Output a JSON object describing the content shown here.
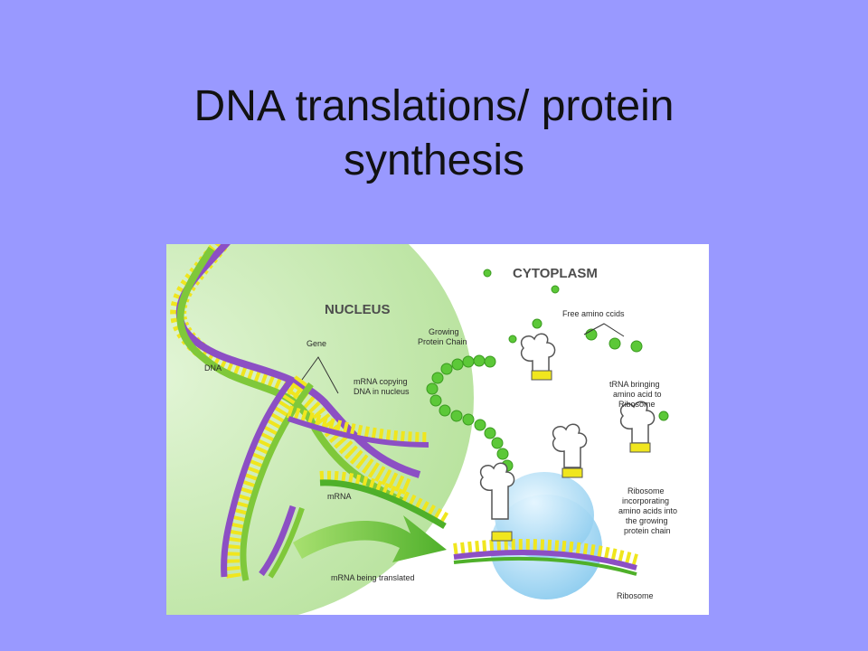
{
  "slide": {
    "title_line1": "DNA translations/ protein",
    "title_line2": "synthesis"
  },
  "figure": {
    "labels": {
      "cytoplasm": "CYTOPLASM",
      "nucleus": "NUCLEUS",
      "gene": "Gene",
      "dna": "DNA",
      "mrna_copying_1": "mRNA copying",
      "mrna_copying_2": "DNA in nucleus",
      "growing_chain_1": "Growing",
      "growing_chain_2": "Protein Chain",
      "free_amino_acids": "Free amino ccids",
      "trna_1": "tRNA bringing",
      "trna_2": "amino acid to",
      "trna_3": "Ribosome",
      "ribosome_inc_1": "Ribosome",
      "ribosome_inc_2": "incorporating",
      "ribosome_inc_3": "amino acids into",
      "ribosome_inc_4": "the growing",
      "ribosome_inc_5": "protein chain",
      "mrna": "mRNA",
      "mrna_translated": "mRNA being translated",
      "ribosome": "Ribosome"
    },
    "colors": {
      "slide_background": "#9999ff",
      "nucleus": "#c8ebb4",
      "dna_purple": "#8c4fc4",
      "dna_green": "#7fc83a",
      "base_yellow": "#f0e61e",
      "amino_acid": "#5cc838",
      "ribosome": "#9fd6f2"
    }
  }
}
